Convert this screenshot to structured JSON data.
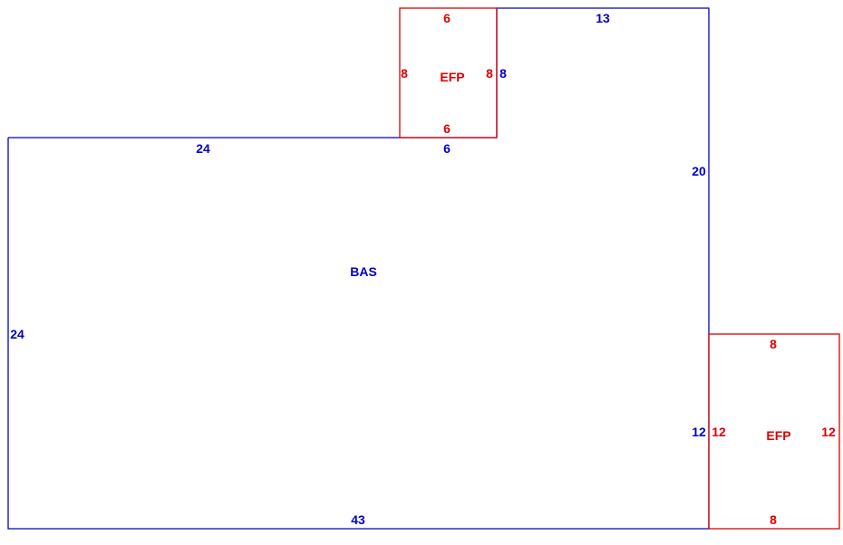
{
  "colors": {
    "main": "#0000c8",
    "addition": "#dc0000",
    "background": "#ffffff"
  },
  "bas": {
    "name": "BAS",
    "dims": {
      "top_left": "24",
      "top_step": "6",
      "top_right": "13",
      "right_upper": "20",
      "right_lower": "12",
      "bottom": "43",
      "left": "24",
      "step_vertical": "8"
    }
  },
  "efp_top": {
    "name": "EFP",
    "dims": {
      "top": "6",
      "bottom": "6",
      "left": "8",
      "right": "8"
    }
  },
  "efp_right": {
    "name": "EFP",
    "dims": {
      "top": "8",
      "bottom": "8",
      "left": "12",
      "right": "12"
    }
  }
}
